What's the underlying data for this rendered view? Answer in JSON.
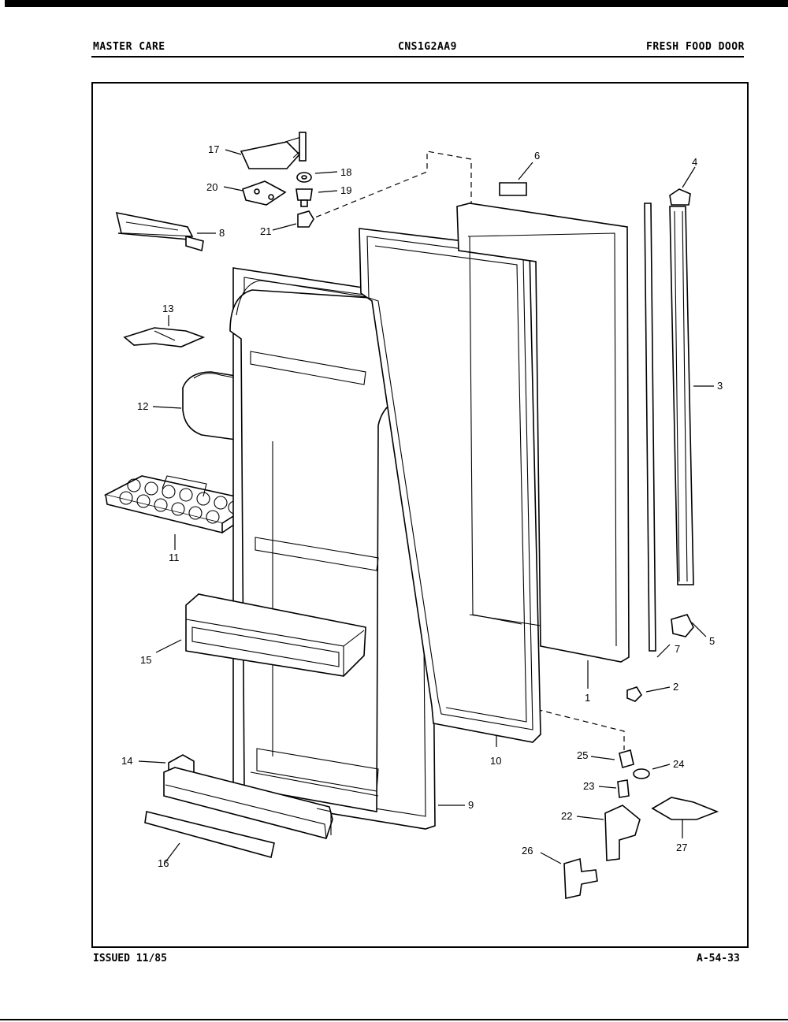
{
  "header": {
    "left": "MASTER CARE",
    "center": "CNS1G2AA9",
    "right": "FRESH FOOD DOOR"
  },
  "footer": {
    "issued": "ISSUED 11/85",
    "page_code": "A-54-33"
  },
  "parts": [
    {
      "id": "1",
      "label": "1"
    },
    {
      "id": "2",
      "label": "2"
    },
    {
      "id": "3",
      "label": "3"
    },
    {
      "id": "4",
      "label": "4"
    },
    {
      "id": "5",
      "label": "5"
    },
    {
      "id": "6",
      "label": "6"
    },
    {
      "id": "7",
      "label": "7"
    },
    {
      "id": "8",
      "label": "8"
    },
    {
      "id": "9",
      "label": "9"
    },
    {
      "id": "10",
      "label": "10"
    },
    {
      "id": "11",
      "label": "11"
    },
    {
      "id": "12",
      "label": "12"
    },
    {
      "id": "13",
      "label": "13"
    },
    {
      "id": "14",
      "label": "14"
    },
    {
      "id": "15",
      "label": "15"
    },
    {
      "id": "16",
      "label": "16"
    },
    {
      "id": "17",
      "label": "17"
    },
    {
      "id": "18",
      "label": "18"
    },
    {
      "id": "19",
      "label": "19"
    },
    {
      "id": "20",
      "label": "20"
    },
    {
      "id": "21",
      "label": "21"
    },
    {
      "id": "22",
      "label": "22"
    },
    {
      "id": "23",
      "label": "23"
    },
    {
      "id": "24",
      "label": "24"
    },
    {
      "id": "25",
      "label": "25"
    },
    {
      "id": "26",
      "label": "26"
    },
    {
      "id": "27",
      "label": "27"
    }
  ]
}
